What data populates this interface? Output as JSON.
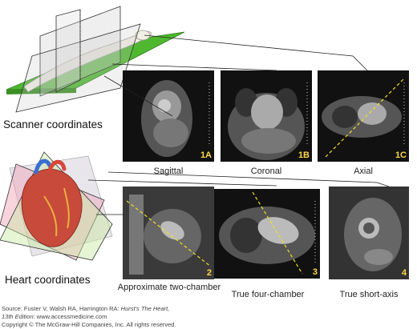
{
  "sections": {
    "scanner": "Scanner coordinates",
    "heart": "Heart coordinates"
  },
  "panels": [
    {
      "number": "1A",
      "label": "Sagittal"
    },
    {
      "number": "1B",
      "label": "Coronal"
    },
    {
      "number": "1C",
      "label": "Axial"
    },
    {
      "number": "2",
      "label": "Approximate two-chamber"
    },
    {
      "number": "3",
      "label": "True four-chamber"
    },
    {
      "number": "4",
      "label": "True short-axis"
    }
  ],
  "source": {
    "line1_prefix": "Source: Fuster V, Walsh RA, Harrington RA: ",
    "line1_title": "Hurst's The Heart,",
    "line2_edition": "13th Edition",
    "line2_rest": ": www.accessmedicine.com",
    "line3": "Copyright © The McGraw-Hill Companies, Inc. All rights reserved."
  },
  "colors": {
    "scan_line": "#f0e020",
    "plane_green": "#5fbf3a",
    "plane_pink": "#f0a0b8",
    "plane_lightgreen": "#c8e8a0",
    "number_yellow": "#ffd84a"
  }
}
